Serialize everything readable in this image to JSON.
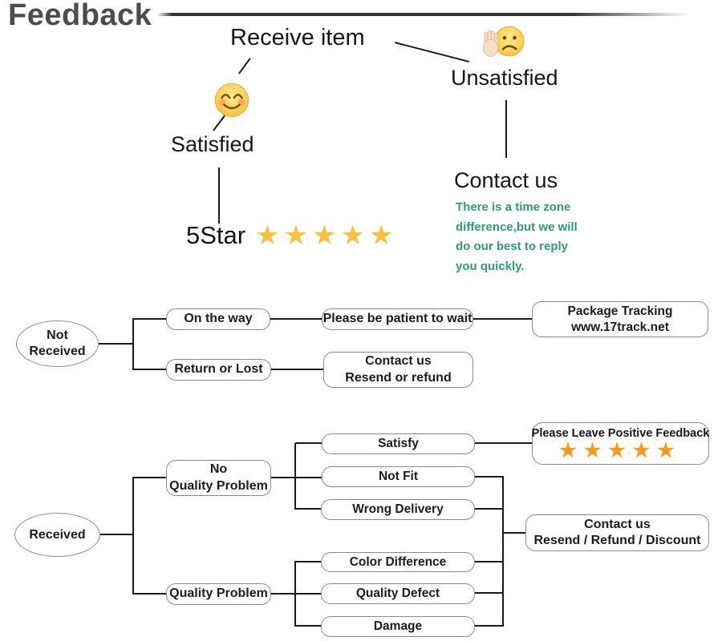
{
  "title": "Feedback",
  "top": {
    "receive_item": "Receive item",
    "satisfied": "Satisfied",
    "unsatisfied": "Unsatisfied",
    "five_star_label": "5Star",
    "five_star_stars": "★★★★★",
    "contact_us": "Contact us",
    "note_lines": [
      "There is a time zone",
      "difference,but we will",
      "do our best to reply",
      "you quickly."
    ]
  },
  "not_received_flow": {
    "root_lines": [
      "Not",
      "Received"
    ],
    "on_the_way": "On the way",
    "return_or_lost": "Return or Lost",
    "be_patient": "Please be patient to wait",
    "tracking_lines": [
      "Package Tracking",
      "www.17track.net"
    ],
    "contact_lines": [
      "Contact us",
      "Resend or refund"
    ]
  },
  "received_flow": {
    "root": "Received",
    "no_quality_lines": [
      "No",
      "Quality Problem"
    ],
    "quality_problem": "Quality Problem",
    "satisfy": "Satisfy",
    "not_fit": "Not Fit",
    "wrong_delivery": "Wrong Delivery",
    "color_difference": "Color Difference",
    "quality_defect": "Quality Defect",
    "damage": "Damage",
    "positive_feedback": "Please Leave Positive Feedback",
    "positive_stars": "★★★★★",
    "contact_lines": [
      "Contact us",
      "Resend / Refund / Discount"
    ]
  },
  "colors": {
    "title_gray": "#4c4c4c",
    "note_green": "#2d9c74",
    "star_gold": "#f5c343",
    "star_orange": "#f29c1f",
    "box_border": "#8b8b8b",
    "line_black": "#1b1b1b"
  },
  "icons": {
    "satisfied_emoji": "smiling-face-emoji",
    "unsatisfied_emoji": "sad-face-with-raised-hand-emoji"
  }
}
